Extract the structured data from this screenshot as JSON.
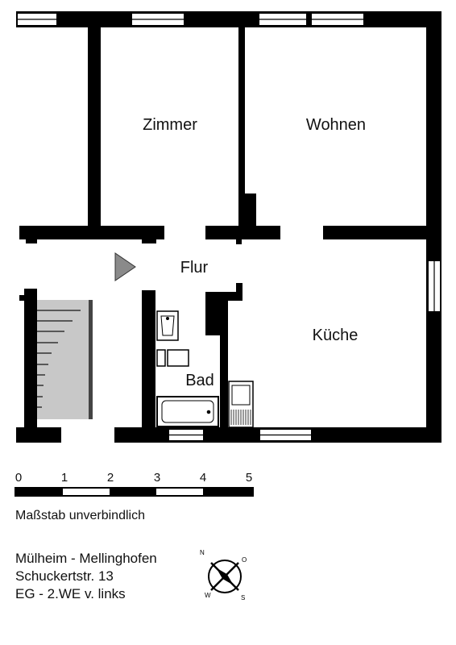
{
  "rooms": {
    "zimmer": "Zimmer",
    "wohnen": "Wohnen",
    "flur": "Flur",
    "kueche": "Küche",
    "bad": "Bad"
  },
  "scale": {
    "ticks": [
      "0",
      "1",
      "2",
      "3",
      "4",
      "5"
    ],
    "note": "Maßstab unverbindlich"
  },
  "address": {
    "line1": "Mülheim - Mellinghofen",
    "line2": "Schuckertstr. 13",
    "line3": "EG - 2.WE v. links"
  },
  "compass": {
    "n": "N",
    "o": "O",
    "s": "S",
    "w": "W"
  },
  "colors": {
    "wall": "#000000",
    "entry_arrow": "#8a8a8a",
    "stair": "#c8c8c8"
  }
}
